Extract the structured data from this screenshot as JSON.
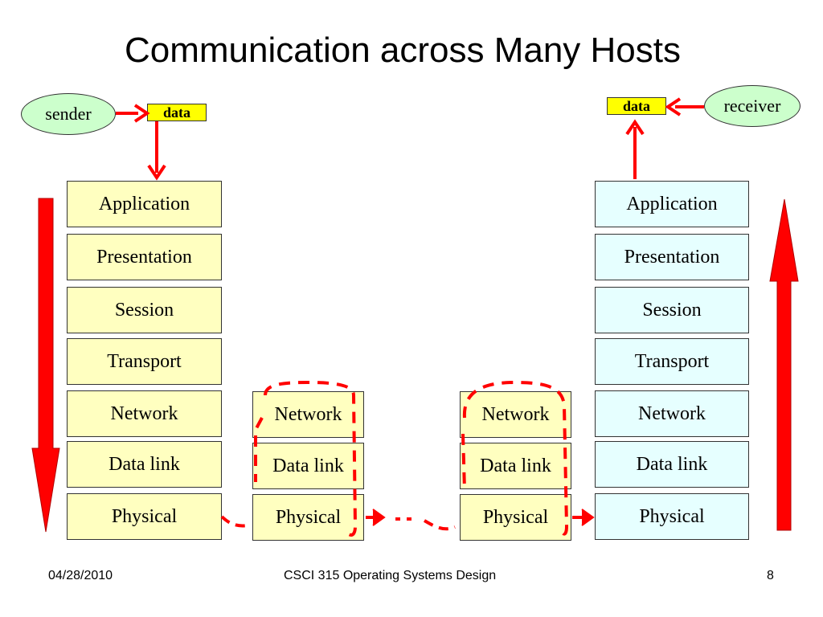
{
  "title": "Communication across Many Hosts",
  "sender_label": "sender",
  "receiver_label": "receiver",
  "data_label_left": "data",
  "data_label_right": "data",
  "sender_stack": [
    "Application",
    "Presentation",
    "Session",
    "Transport",
    "Network",
    "Data link",
    "Physical"
  ],
  "receiver_stack": [
    "Application",
    "Presentation",
    "Session",
    "Transport",
    "Network",
    "Data link",
    "Physical"
  ],
  "router1_stack": [
    "Network",
    "Data link",
    "Physical"
  ],
  "router2_stack": [
    "Network",
    "Data link",
    "Physical"
  ],
  "footer": {
    "date": "04/28/2010",
    "course": "CSCI 315 Operating Systems Design",
    "page": "8"
  },
  "colors": {
    "arrow": "#ff0000",
    "sender_layer": "#ffffc0",
    "receiver_layer": "#e6ffff",
    "oval": "#ccffcc",
    "data_box": "#ffff00"
  }
}
